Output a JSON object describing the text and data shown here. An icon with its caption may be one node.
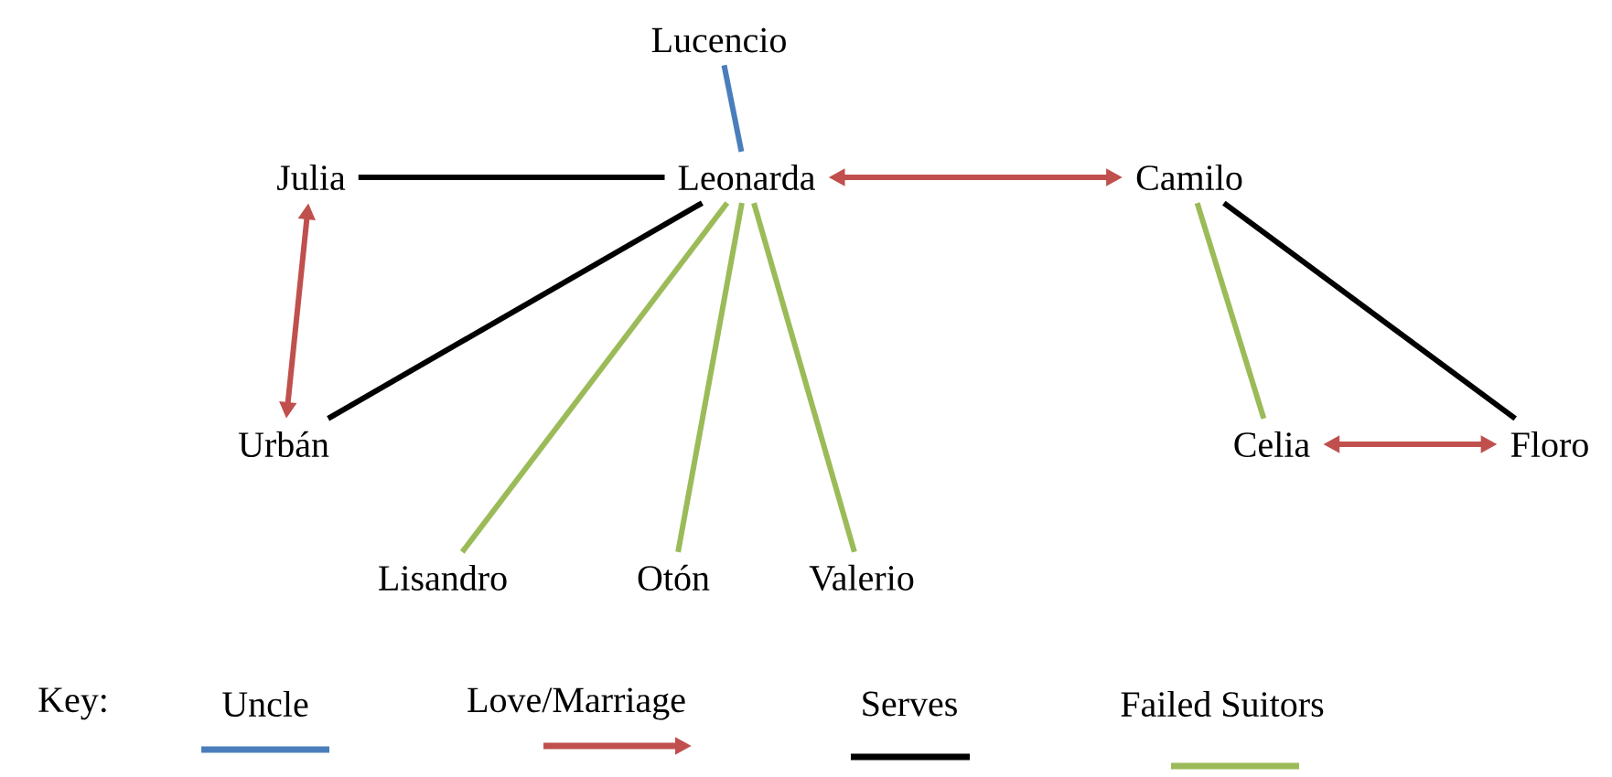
{
  "diagram": {
    "nodes": [
      {
        "text": [
          "Lucencio"
        ]
      },
      {
        "text": [
          "Julia"
        ]
      },
      {
        "text": [
          "Leonarda"
        ]
      },
      {
        "text": [
          "Camilo"
        ]
      },
      {
        "text": [
          "Urbán"
        ]
      },
      {
        "text": [
          "Celia"
        ]
      },
      {
        "text": [
          "Floro"
        ]
      },
      {
        "text": [
          "Lisandro"
        ]
      },
      {
        "text": [
          "Otón"
        ]
      },
      {
        "text": [
          "Valerio"
        ]
      }
    ],
    "edges": [
      {
        "from": 0,
        "to": 2,
        "arrow": "none",
        "color": "#4a7ebb"
      },
      {
        "from": 1,
        "to": 2,
        "arrow": "none",
        "color": "#000000"
      },
      {
        "from": 4,
        "to": 2,
        "arrow": "none",
        "color": "#000000"
      },
      {
        "from": 2,
        "to": 3,
        "arrow": "both",
        "color": "#c0504d"
      },
      {
        "from": 1,
        "to": 4,
        "arrow": "both",
        "color": "#c0504d"
      },
      {
        "from": 2,
        "to": 7,
        "arrow": "none"
      },
      {
        "from": 2,
        "to": 8,
        "arrow": "none"
      },
      {
        "from": 2,
        "to": 9,
        "arrow": "none"
      },
      {
        "from": 3,
        "to": 5,
        "arrow": "none"
      },
      {
        "from": 3,
        "to": 6,
        "arrow": "none",
        "color": "#000000"
      },
      {
        "from": 5,
        "to": 6,
        "arrow": "both",
        "color": "#c0504d"
      }
    ],
    "labels": [
      "Key:"
    ],
    "legend": [
      {
        "text": "Uncle"
      },
      {
        "text": "Love/Marriage"
      },
      {
        "text": "Serves"
      },
      {
        "text": "Failed Suitors"
      }
    ]
  }
}
